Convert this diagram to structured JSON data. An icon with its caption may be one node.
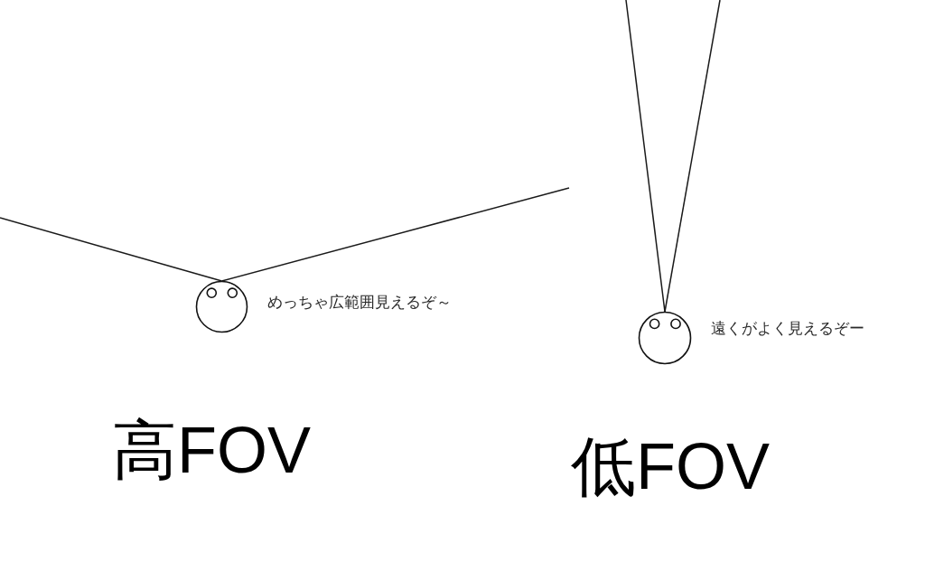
{
  "diagram": {
    "nodes": [
      {
        "text": [],
        "shape": "face",
        "beside": [
          "めっちゃ広範囲見えるぞ～"
        ]
      },
      {
        "text": [],
        "shape": "face",
        "beside": [
          "遠くがよく見えるぞー"
        ]
      }
    ],
    "edges": [
      {
        "from": 0,
        "to": null,
        "arrow": "none"
      },
      {
        "from": 0,
        "to": null,
        "arrow": "none"
      },
      {
        "from": 1,
        "to": null,
        "arrow": "none"
      },
      {
        "from": 1,
        "to": null,
        "arrow": "none"
      }
    ],
    "labels": [
      "高FOV",
      "低FOV"
    ]
  }
}
